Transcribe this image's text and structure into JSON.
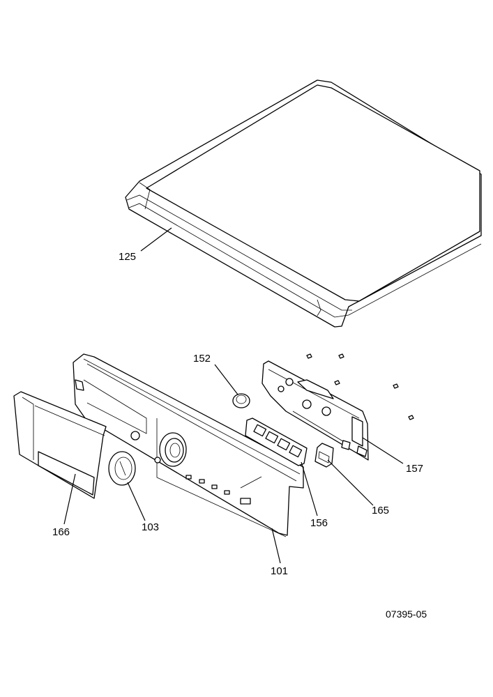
{
  "drawing_number": "07395-05",
  "callouts": [
    {
      "id": "125",
      "part": "top-panel"
    },
    {
      "id": "152",
      "part": "knob-insert"
    },
    {
      "id": "157",
      "part": "control-board"
    },
    {
      "id": "165",
      "part": "switch"
    },
    {
      "id": "156",
      "part": "button-set"
    },
    {
      "id": "166",
      "part": "dispenser-drawer"
    },
    {
      "id": "103",
      "part": "program-knob"
    },
    {
      "id": "101",
      "part": "control-panel-fascia"
    }
  ]
}
